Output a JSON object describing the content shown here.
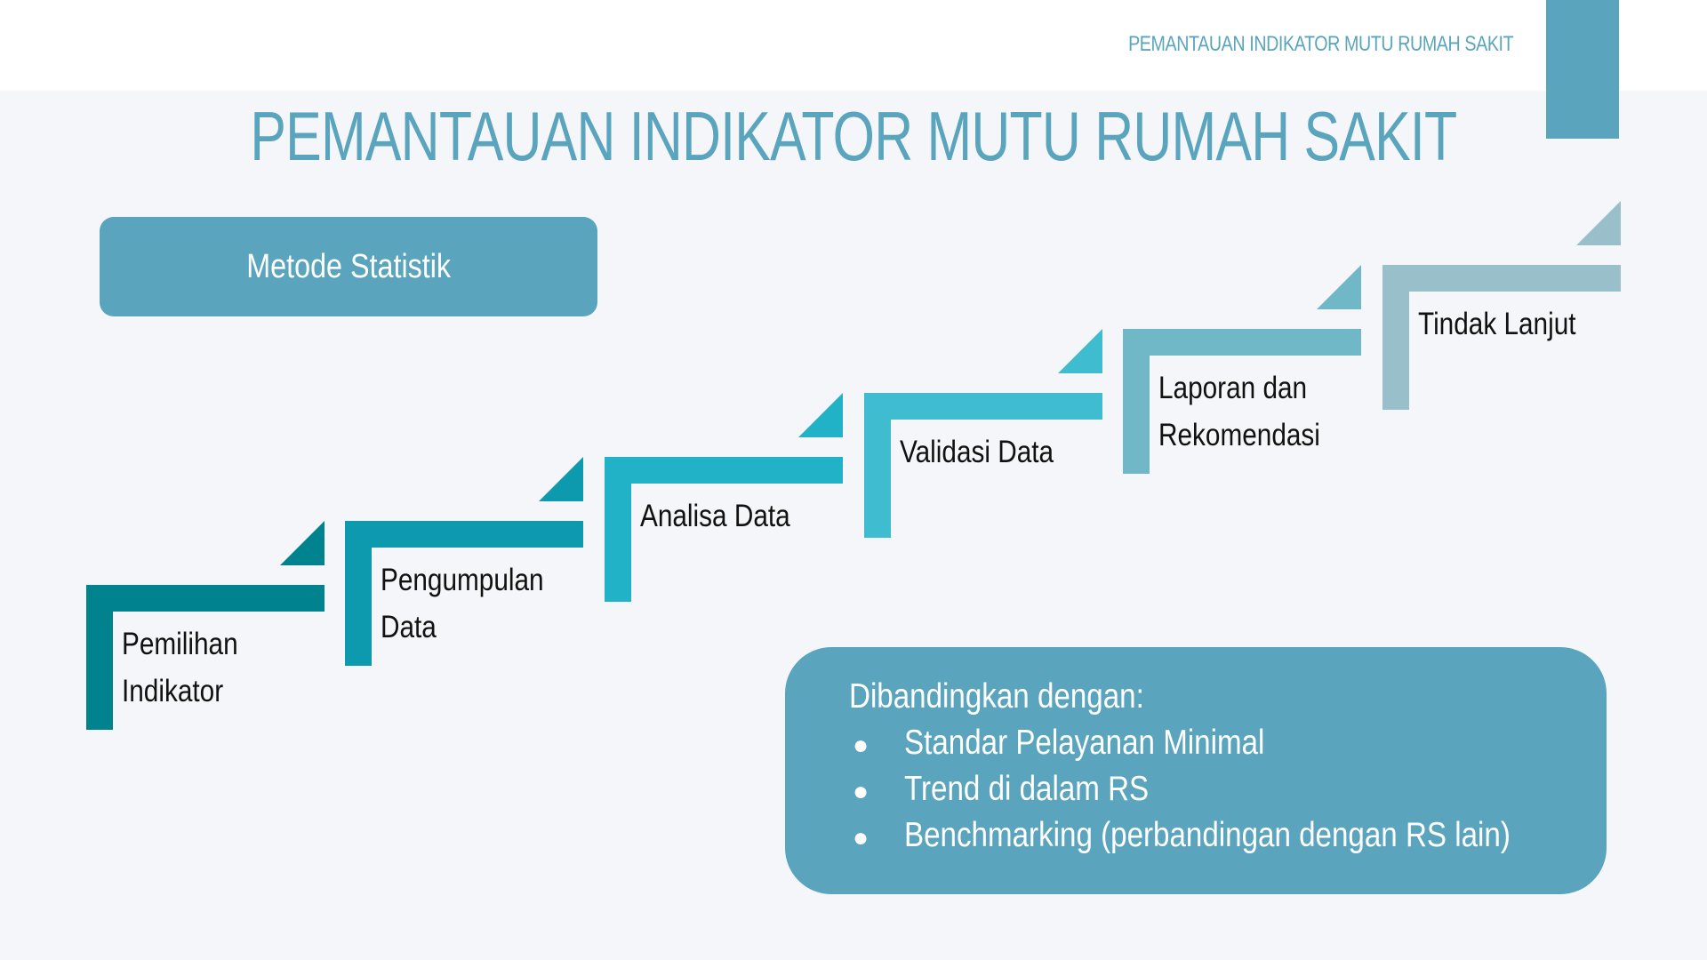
{
  "header": {
    "small_title": "PEMANTAUAN INDIKATOR MUTU RUMAH SAKIT"
  },
  "title": "PEMANTAUAN INDIKATOR MUTU RUMAH SAKIT",
  "method_box": {
    "label": "Metode Statistik"
  },
  "steps": [
    {
      "label": "Pemilihan\nIndikator",
      "color": "#00838f"
    },
    {
      "label": "Pengumpulan\nData",
      "color": "#0e9aae"
    },
    {
      "label": "Analisa Data",
      "color": "#22b2c8"
    },
    {
      "label": "Validasi Data",
      "color": "#40bcd0"
    },
    {
      "label": "Laporan dan\nRekomendasi",
      "color": "#70b8c8"
    },
    {
      "label": "Tindak Lanjut",
      "color": "#99bfca"
    }
  ],
  "comparison": {
    "title": "Dibandingkan dengan:",
    "items": [
      "Standar Pelayanan Minimal",
      "Trend di dalam RS",
      "Benchmarking (perbandingan dengan RS lain)"
    ],
    "bullet": "●"
  },
  "colors": {
    "accent": "#5aa5bd",
    "background": "#f4f6f9",
    "header_background": "#ffffff"
  }
}
